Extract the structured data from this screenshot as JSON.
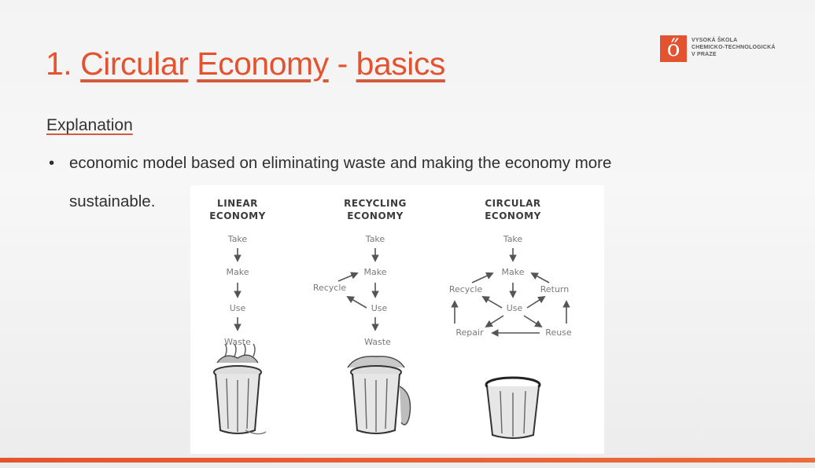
{
  "slide": {
    "title_number": "1.",
    "title_words": [
      "Circular",
      "Economy",
      "-",
      "basics"
    ],
    "section_heading": "Explanation",
    "bullet_line1": "economic model based on eliminating waste and making the economy more",
    "bullet_line2": "sustainable.",
    "bullet_symbol": "•"
  },
  "logo": {
    "mark": "ő",
    "text": "VYSOKÁ ŠKOLA\nCHEMICKO-TECHNOLOGICKÁ\nV PRAZE"
  },
  "figure": {
    "linear": {
      "title_line1": "LINEAR",
      "title_line2": "ECONOMY",
      "steps": [
        "Take",
        "Make",
        "Use",
        "Waste"
      ]
    },
    "recycling": {
      "title_line1": "RECYCLING",
      "title_line2": "ECONOMY",
      "steps": [
        "Take",
        "Make",
        "Use",
        "Waste"
      ],
      "loop_label": "Recycle"
    },
    "circular": {
      "title_line1": "CIRCULAR",
      "title_line2": "ECONOMY",
      "steps": [
        "Take",
        "Make",
        "Use"
      ],
      "recycle": "Recycle",
      "return": "Return",
      "repair": "Repair",
      "reuse": "Reuse"
    }
  },
  "colors": {
    "accent": "#e4532f",
    "text": "#2f2f2f",
    "diagram_label": "#7a7a7a"
  }
}
